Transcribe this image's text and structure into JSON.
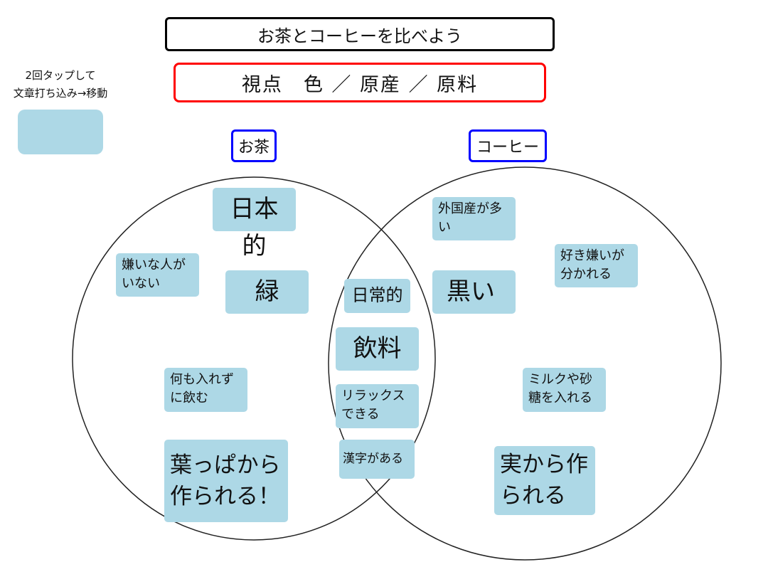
{
  "title": "お茶とコーヒーを比べよう",
  "viewpoint": "視点　色 ／ 原産 ／ 原料",
  "hint": {
    "line1": "2回タップして",
    "line2": "文章打ち込み→移動"
  },
  "labels": {
    "tea": "お茶",
    "coffee": "コーヒー"
  },
  "notes": {
    "tea": [
      "日本的",
      "嫌いな人がいない",
      "緑",
      "何も入れずに飲む",
      "葉っぱから作られる！"
    ],
    "common": [
      "日常的",
      "飲料",
      "リラックスできる",
      "漢字がある"
    ],
    "coffee": [
      "外国産が多い",
      "好き嫌いが分かれる",
      "黒い",
      "ミルクや砂糖を入れる",
      "実から作られる"
    ]
  },
  "colors": {
    "note": "#add8e6",
    "title_border": "#000000",
    "view_border": "#ff0000",
    "label_border": "#0000ff"
  }
}
